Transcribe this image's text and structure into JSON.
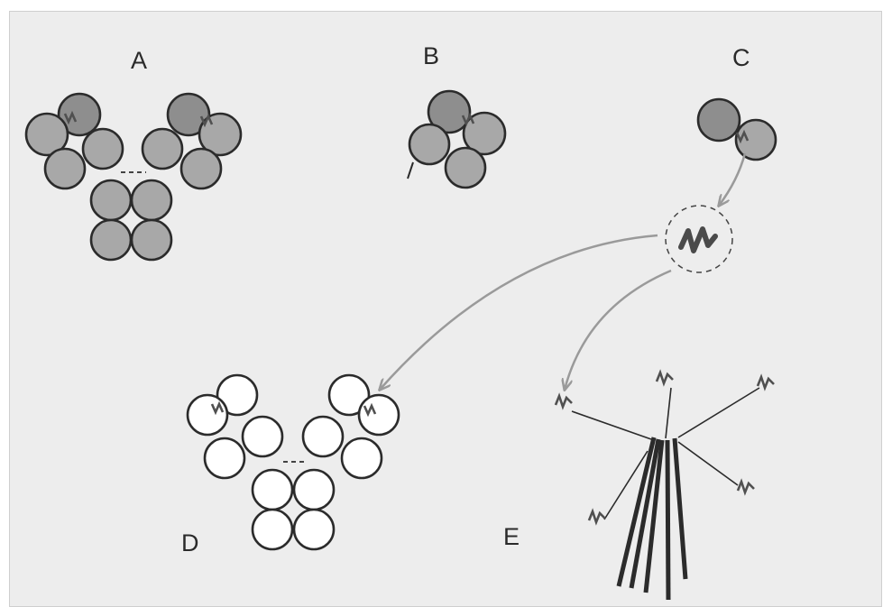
{
  "labels": {
    "a": "A",
    "b": "B",
    "c": "C",
    "d": "D",
    "e": "E"
  },
  "colors": {
    "background": "#ededed",
    "subunit_fill": "#a8a8a8",
    "variable_fill": "#8e8e8e",
    "outline": "#2b2b2b",
    "hapten": "#505050",
    "arrow": "#9a9a9a",
    "dashed": "#444444"
  }
}
